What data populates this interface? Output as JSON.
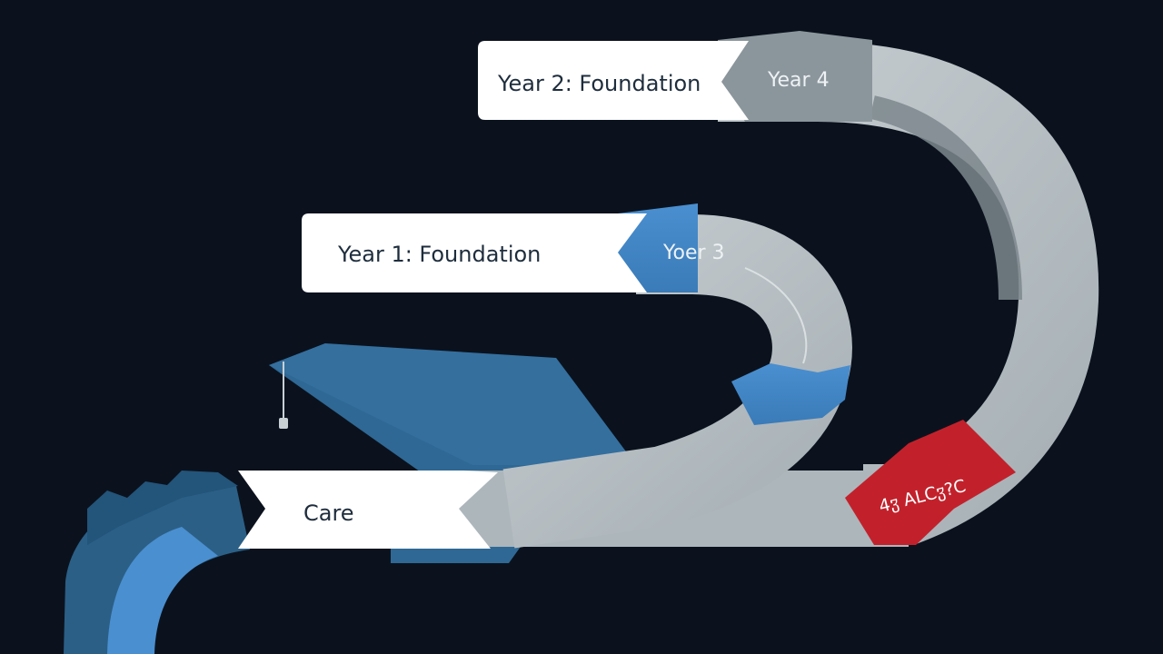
{
  "diagram": {
    "labels": {
      "year2": "Year 2: Foundation",
      "year4": "Year 4",
      "year1": "Year 1: Foundation",
      "year3": "Yoer 3",
      "core": "Care",
      "red_badge": "4ჳ ALCჳ?C"
    },
    "colors": {
      "background": "#0b121d",
      "label_box": "#ffffff",
      "label_text": "#1e2d3d",
      "track_gray": "#b3bcc1",
      "track_gray_dark": "#7c878d",
      "accent_blue": "#4a8fd0",
      "cap_blue": "#2f6894",
      "accent_red": "#c2212b"
    },
    "icons": [
      "graduation-cap-icon"
    ]
  }
}
